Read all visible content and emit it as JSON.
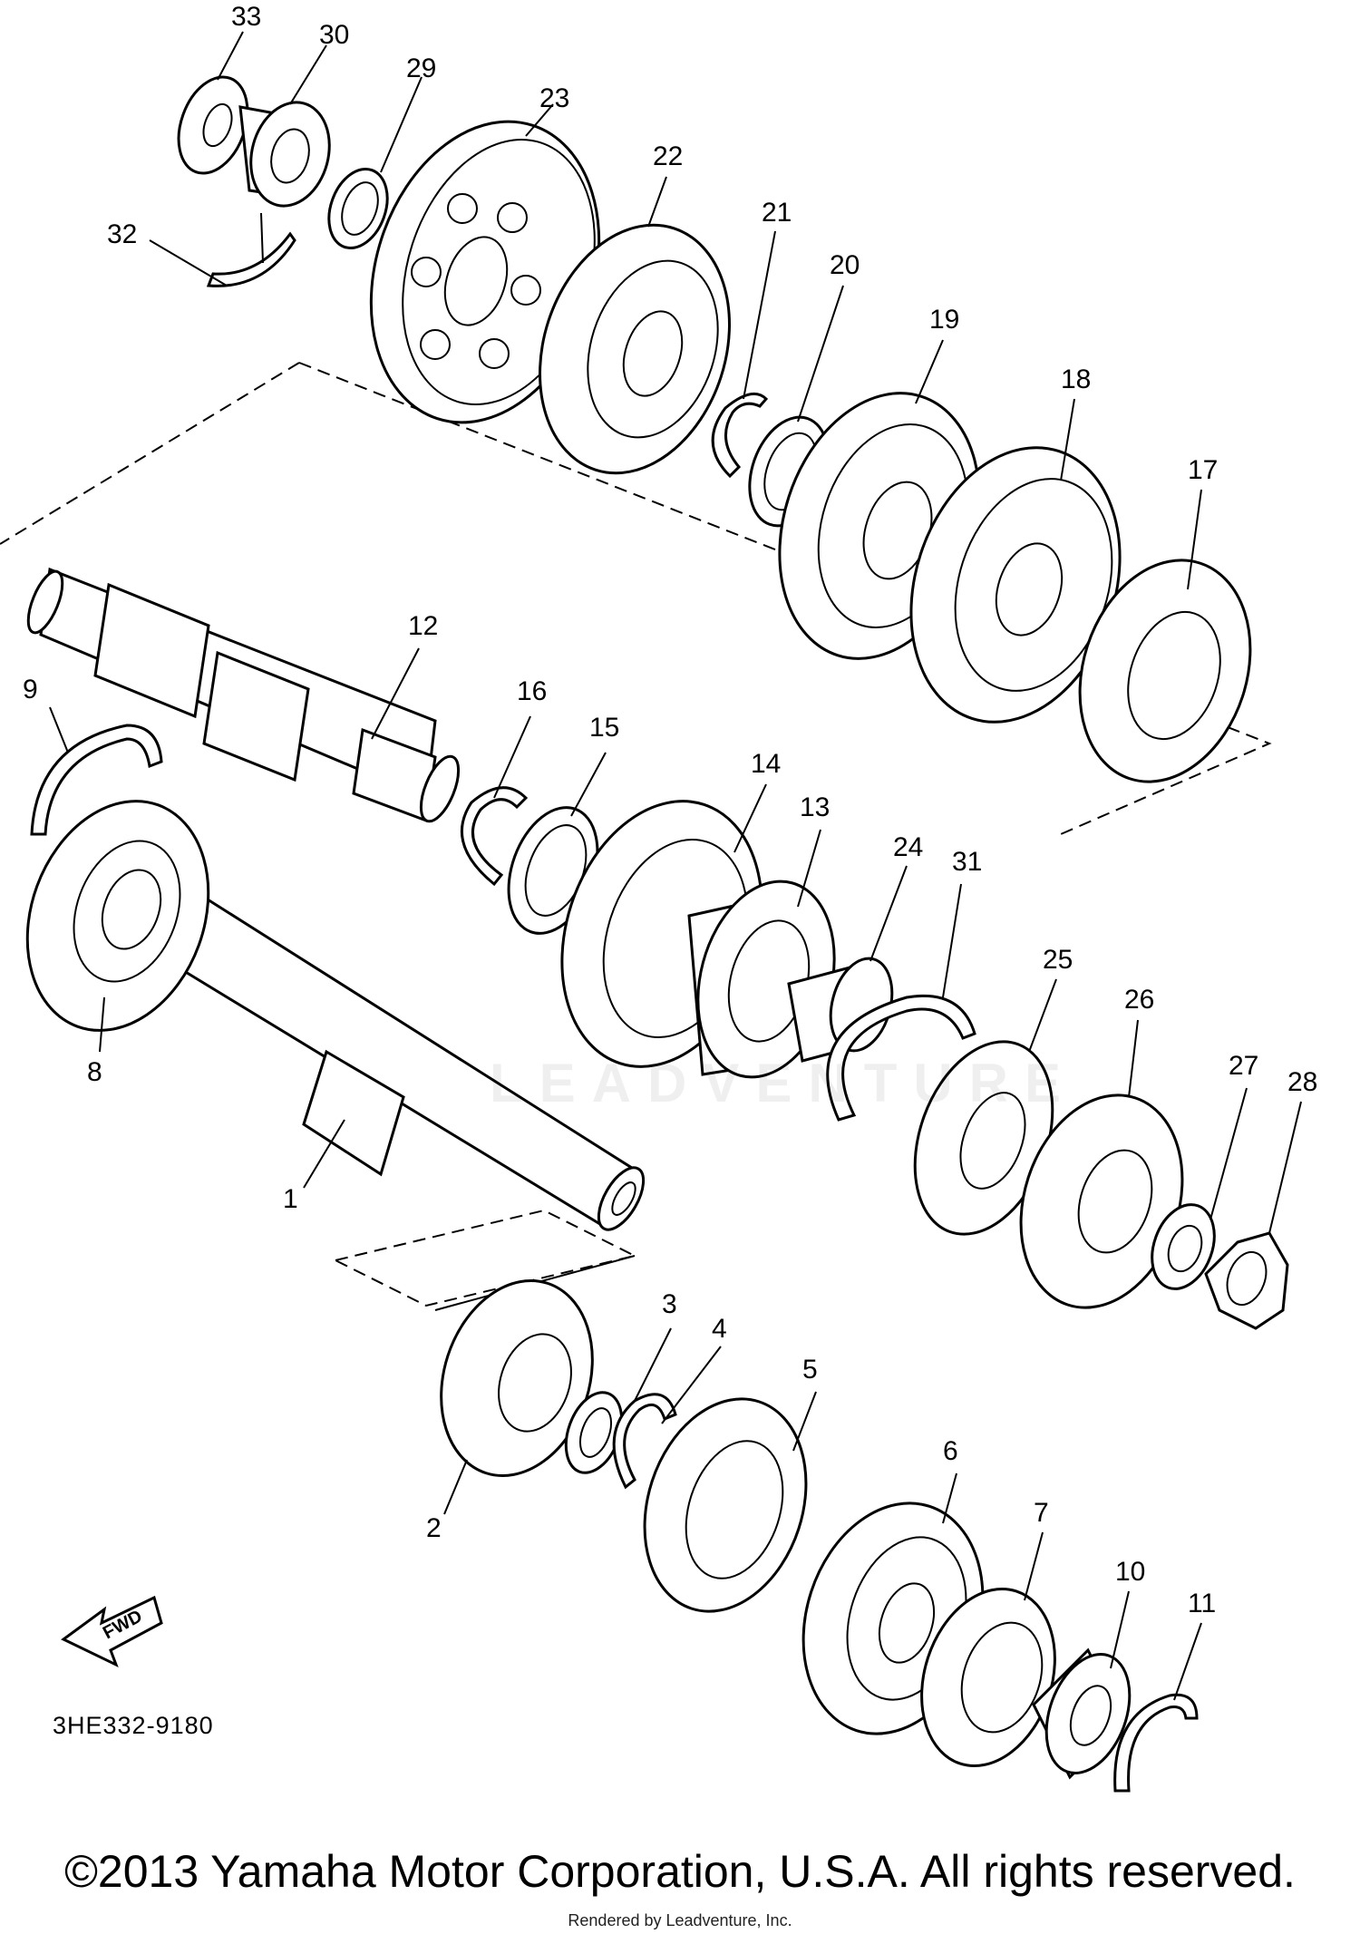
{
  "diagram": {
    "code": "3HE332-9180",
    "fwd_label": "FWD",
    "watermark": "LEADVENTURE",
    "copyright": "©2013 Yamaha Motor Corporation, U.S.A. All rights reserved.",
    "rendered_by": "Rendered by Leadventure, Inc.",
    "callouts": [
      "1",
      "2",
      "3",
      "4",
      "5",
      "6",
      "7",
      "8",
      "9",
      "10",
      "11",
      "12",
      "13",
      "14",
      "15",
      "16",
      "17",
      "18",
      "19",
      "20",
      "21",
      "22",
      "23",
      "24",
      "25",
      "26",
      "27",
      "28",
      "29",
      "30",
      "31",
      "32",
      "33"
    ]
  }
}
